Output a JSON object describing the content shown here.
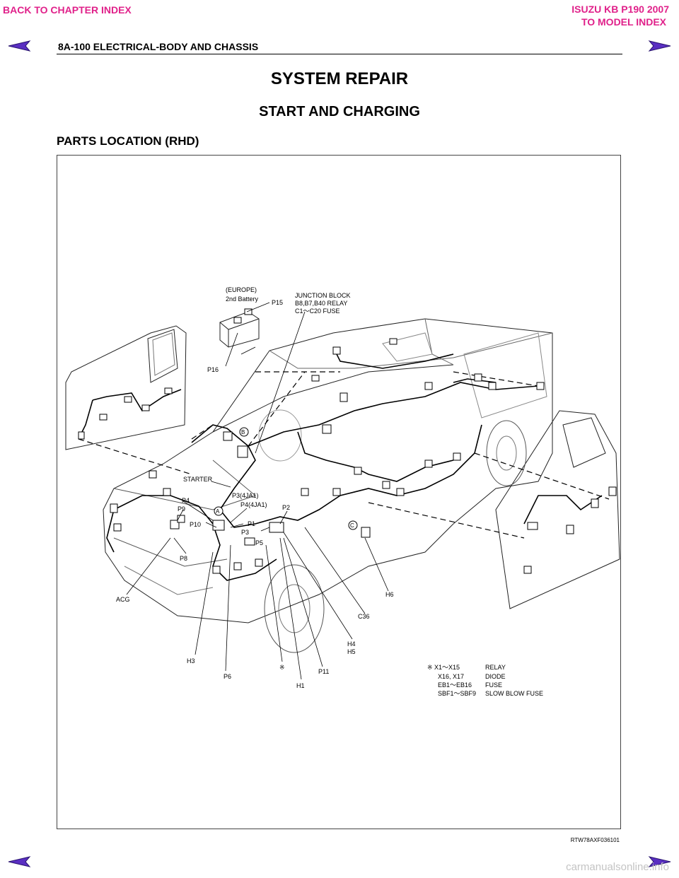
{
  "nav": {
    "back_chapter": "BACK TO CHAPTER INDEX",
    "model_name": "ISUZU KB P190 2007",
    "to_model_index": "TO MODEL INDEX"
  },
  "header": {
    "title": "8A-100  ELECTRICAL-BODY AND CHASSIS"
  },
  "headings": {
    "system": "SYSTEM REPAIR",
    "section": "START AND CHARGING",
    "subsection": "PARTS LOCATION (RHD)"
  },
  "figure": {
    "callouts": {
      "europe": "(EUROPE)",
      "battery2": "2nd Battery",
      "p15": "P15",
      "p16": "P16",
      "jb1": "JUNCTION BLOCK",
      "jb2": "B8,B7,B40 RELAY",
      "jb3": "C1～C20 FUSE",
      "starter": "STARTER",
      "p3_4ja1": "P3(4JA1)",
      "p4_4ja1": "P4(4JA1)",
      "p4": "P4",
      "p9": "P9",
      "p10": "P10",
      "p1": "P1",
      "p2": "P2",
      "p3": "P3",
      "p5": "P5",
      "p8": "P8",
      "acg": "ACG",
      "h3": "H3",
      "p6": "P6",
      "kome": "※",
      "h1": "H1",
      "p11": "P11",
      "h4": "H4",
      "h5": "H5",
      "c36": "C36",
      "h6": "H6",
      "mark_a": "A",
      "mark_b": "B",
      "mark_c": "C"
    },
    "legend": [
      {
        "code": "※ X1～X15",
        "desc": "RELAY"
      },
      {
        "code": "X16, X17",
        "desc": "DIODE"
      },
      {
        "code": "EB1～EB16",
        "desc": "FUSE"
      },
      {
        "code": "SBF1～SBF9",
        "desc": "SLOW BLOW FUSE"
      }
    ],
    "code": "RTW78AXF036101"
  },
  "footer": {
    "watermark": "carmanualsonline.info"
  },
  "colors": {
    "nav": "#e0218a",
    "arrow": "#5a2fc2"
  }
}
